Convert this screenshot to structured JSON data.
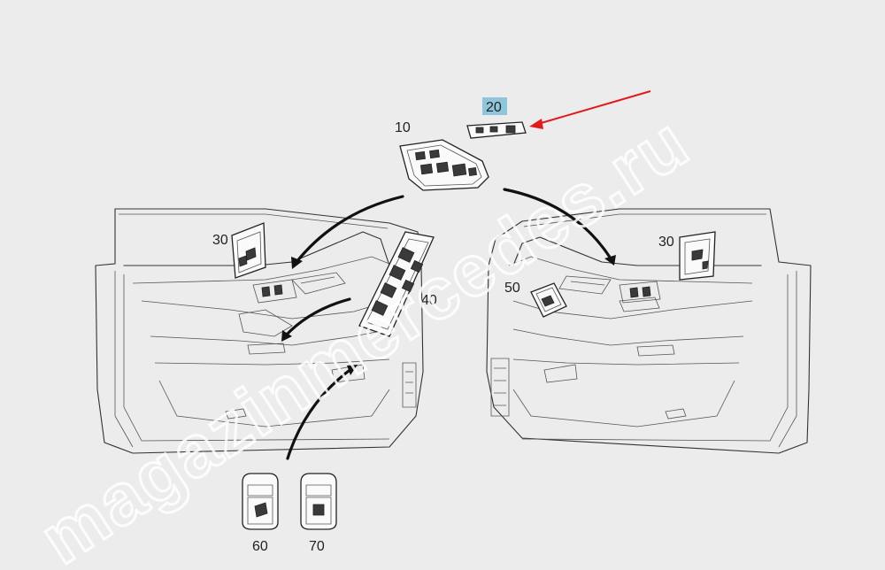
{
  "diagram": {
    "callouts": {
      "c10": "10",
      "c20": "20",
      "c30_left": "30",
      "c30_right": "30",
      "c40": "40",
      "c50": "50",
      "c60": "60",
      "c70": "70"
    },
    "highlighted_part": "20",
    "highlight_color": "#8fc6dc",
    "pointer_color": "#e01b1b",
    "watermark": "magazinmercedes.ru"
  }
}
